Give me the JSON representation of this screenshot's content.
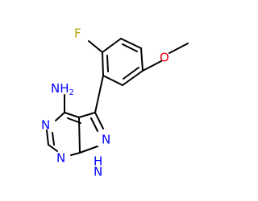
{
  "molecule": {
    "atoms": {
      "fluorine": {
        "text": "F",
        "color": "#b3a400"
      },
      "oxygen": {
        "text": "O",
        "color": "#e8000b"
      },
      "amine_n": {
        "text": "NH",
        "sub": "2",
        "color": "#0000ff"
      },
      "pyrimidine_n_top": {
        "text": "N",
        "color": "#0000ff"
      },
      "pyrimidine_n_bottom": {
        "text": "N",
        "color": "#0000ff"
      },
      "pyrazole_n": {
        "text": "N",
        "color": "#0000ff"
      },
      "pyrazole_nh_h": {
        "text": "H",
        "color": "#0000ff"
      },
      "pyrazole_nh_n": {
        "text": "N",
        "color": "#0000ff"
      }
    },
    "colors": {
      "bond": "#000000",
      "nitrogen": "#0000ff",
      "oxygen": "#e8000b",
      "fluorine": "#b3a400"
    }
  }
}
